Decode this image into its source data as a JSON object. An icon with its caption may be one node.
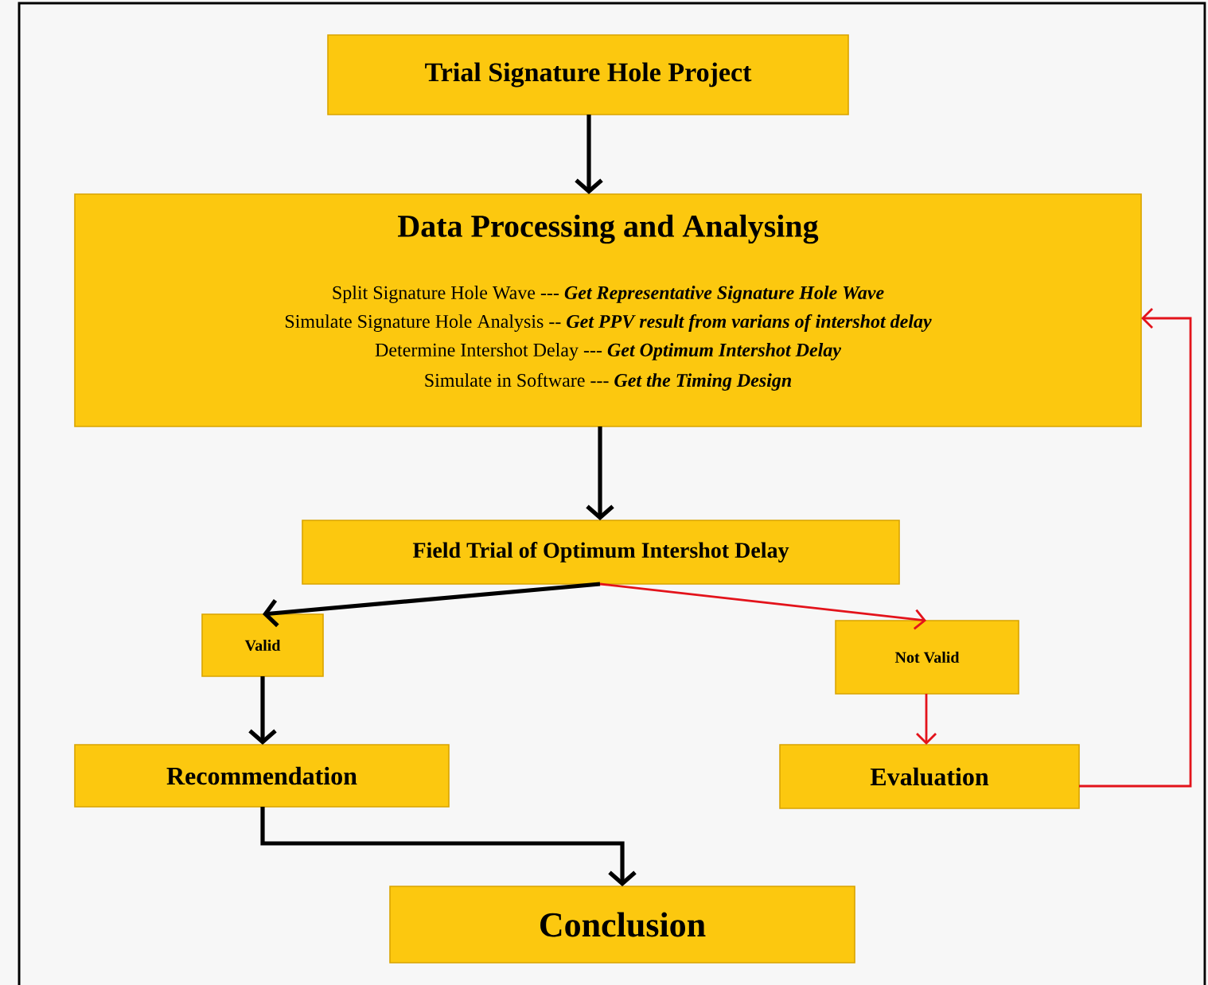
{
  "diagram": {
    "nodes": [
      {
        "text": [
          "Trial Signature Hole Project"
        ]
      },
      {
        "text": [
          "Data Processing and Analysing",
          "Split Signature Hole Wave --- **Get Representative Signature Hole Wave**",
          "Simulate Signature Hole Analysis -- **Get PPV result from varians of intershot delay**",
          "Determine Intershot Delay --- **Get Optimum Intershot Delay**",
          "Simulate in Software --- **Get the Timing Design**"
        ]
      },
      {
        "text": [
          "Field Trial of  Optimum Intershot Delay"
        ]
      },
      {
        "text": [
          "Valid"
        ]
      },
      {
        "text": [
          "Not Valid"
        ]
      },
      {
        "text": [
          "Recommendation"
        ]
      },
      {
        "text": [
          "Evaluation"
        ]
      },
      {
        "text": [
          "Conclusion"
        ]
      }
    ],
    "edges": [
      {
        "from": 0,
        "to": 1,
        "arrow": "to"
      },
      {
        "from": 1,
        "to": 2,
        "arrow": "to"
      },
      {
        "from": 2,
        "to": 3,
        "arrow": "to"
      },
      {
        "from": 2,
        "to": 4,
        "arrow": "to",
        "color": "#e3131b"
      },
      {
        "from": 3,
        "to": 5,
        "arrow": "to"
      },
      {
        "from": 4,
        "to": 6,
        "arrow": "to",
        "color": "#e3131b"
      },
      {
        "from": 6,
        "to": 1,
        "arrow": "to",
        "color": "#e3131b"
      },
      {
        "from": 5,
        "to": 7,
        "arrow": "to"
      }
    ]
  }
}
